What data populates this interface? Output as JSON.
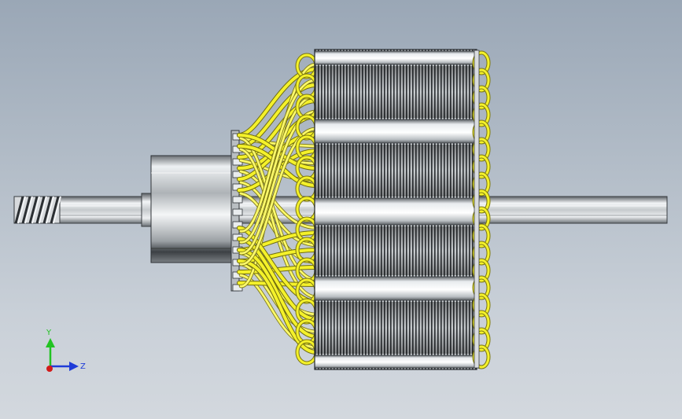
{
  "viewport": {
    "background_top": "#9aa7b6",
    "background_bottom": "#d3d8de"
  },
  "model": {
    "name": "armature-rotor",
    "wire_color": "#f4f12a",
    "steel_color": "#9da3a8",
    "dark_steel_color": "#2e3236"
  },
  "triad": {
    "y_label": "Y",
    "z_label": "Z",
    "y_color": "#22c322",
    "z_color": "#1f3cd8",
    "x_color": "#d21a1a"
  }
}
